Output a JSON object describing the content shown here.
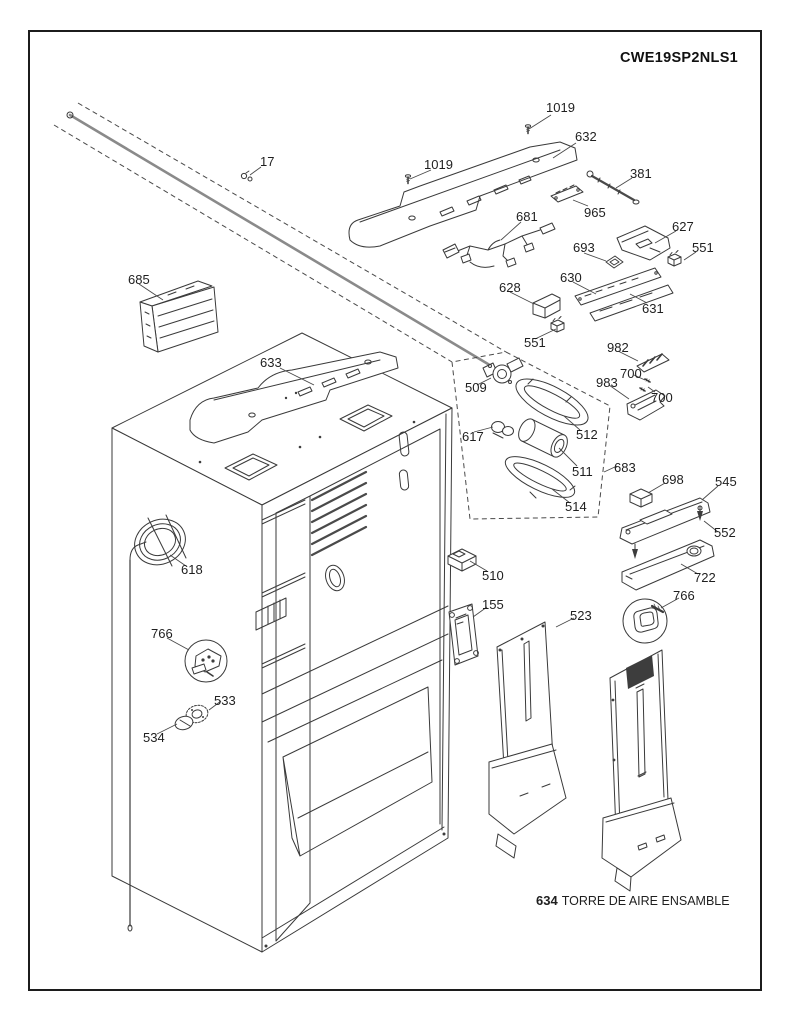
{
  "page": {
    "model_number": "CWE19SP2NLS1"
  },
  "footer": {
    "part_number": "634",
    "label": "TORRE DE AIRE ENSAMBLE"
  },
  "diagram_type": "exploded-parts-diagram",
  "colors": {
    "ink": "#3a3a3a",
    "background": "#ffffff",
    "frame": "#1c1c1c"
  },
  "callouts": [
    {
      "id": "1019-top",
      "part": "1019"
    },
    {
      "id": "632",
      "part": "632"
    },
    {
      "id": "17",
      "part": "17"
    },
    {
      "id": "1019-mid",
      "part": "1019"
    },
    {
      "id": "381",
      "part": "381"
    },
    {
      "id": "965",
      "part": "965"
    },
    {
      "id": "681",
      "part": "681"
    },
    {
      "id": "627",
      "part": "627"
    },
    {
      "id": "693",
      "part": "693"
    },
    {
      "id": "551-right",
      "part": "551"
    },
    {
      "id": "628",
      "part": "628"
    },
    {
      "id": "630",
      "part": "630"
    },
    {
      "id": "631",
      "part": "631"
    },
    {
      "id": "685",
      "part": "685"
    },
    {
      "id": "551-lower",
      "part": "551"
    },
    {
      "id": "982",
      "part": "982"
    },
    {
      "id": "700-upper",
      "part": "700"
    },
    {
      "id": "983",
      "part": "983"
    },
    {
      "id": "700-lower",
      "part": "700"
    },
    {
      "id": "633",
      "part": "633"
    },
    {
      "id": "509",
      "part": "509"
    },
    {
      "id": "617",
      "part": "617"
    },
    {
      "id": "512",
      "part": "512"
    },
    {
      "id": "511",
      "part": "511"
    },
    {
      "id": "683",
      "part": "683"
    },
    {
      "id": "698",
      "part": "698"
    },
    {
      "id": "545",
      "part": "545"
    },
    {
      "id": "514",
      "part": "514"
    },
    {
      "id": "552",
      "part": "552"
    },
    {
      "id": "722",
      "part": "722"
    },
    {
      "id": "766-right",
      "part": "766"
    },
    {
      "id": "510",
      "part": "510"
    },
    {
      "id": "155",
      "part": "155"
    },
    {
      "id": "523",
      "part": "523"
    },
    {
      "id": "618",
      "part": "618"
    },
    {
      "id": "766-left",
      "part": "766"
    },
    {
      "id": "533",
      "part": "533"
    },
    {
      "id": "534",
      "part": "534"
    }
  ]
}
